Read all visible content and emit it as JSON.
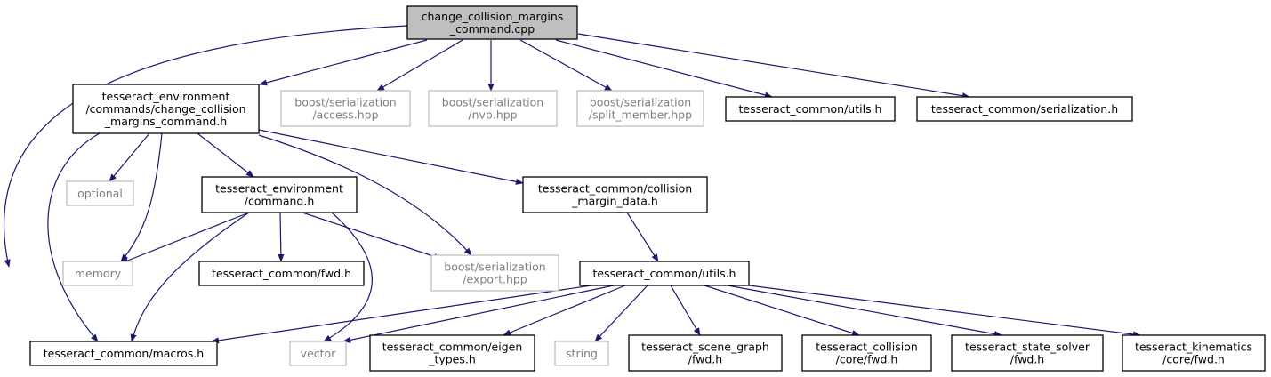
{
  "diagram": {
    "type": "include-dependency-graph",
    "colors": {
      "edge": "#191970",
      "root_fill": "#bfbfbf",
      "external_border": "#bfbfbf",
      "external_text": "#7f7f7f"
    },
    "nodes": [
      {
        "id": "root",
        "lines": [
          "change_collision_margins",
          "_command.cpp"
        ],
        "style": "root"
      },
      {
        "id": "env_cmd_ccm",
        "lines": [
          "tesseract_environment",
          "/commands/change_collision",
          "_margins_command.h"
        ],
        "style": "normal"
      },
      {
        "id": "boost_access",
        "lines": [
          "boost/serialization",
          "/access.hpp"
        ],
        "style": "external"
      },
      {
        "id": "boost_nvp",
        "lines": [
          "boost/serialization",
          "/nvp.hpp"
        ],
        "style": "external"
      },
      {
        "id": "boost_split",
        "lines": [
          "boost/serialization",
          "/split_member.hpp"
        ],
        "style": "external"
      },
      {
        "id": "tc_utils_top",
        "lines": [
          "tesseract_common/utils.h"
        ],
        "style": "normal"
      },
      {
        "id": "tc_serialization",
        "lines": [
          "tesseract_common/serialization.h"
        ],
        "style": "normal"
      },
      {
        "id": "optional",
        "lines": [
          "optional"
        ],
        "style": "external"
      },
      {
        "id": "env_command",
        "lines": [
          "tesseract_environment",
          "/command.h"
        ],
        "style": "normal"
      },
      {
        "id": "tc_cmd",
        "lines": [
          "tesseract_common/collision",
          "_margin_data.h"
        ],
        "style": "normal"
      },
      {
        "id": "memory",
        "lines": [
          "memory"
        ],
        "style": "external"
      },
      {
        "id": "tc_fwd",
        "lines": [
          "tesseract_common/fwd.h"
        ],
        "style": "normal"
      },
      {
        "id": "boost_export",
        "lines": [
          "boost/serialization",
          "/export.hpp"
        ],
        "style": "external"
      },
      {
        "id": "tc_utils",
        "lines": [
          "tesseract_common/utils.h"
        ],
        "style": "normal"
      },
      {
        "id": "tc_macros",
        "lines": [
          "tesseract_common/macros.h"
        ],
        "style": "normal"
      },
      {
        "id": "vector",
        "lines": [
          "vector"
        ],
        "style": "external"
      },
      {
        "id": "tc_eigen",
        "lines": [
          "tesseract_common/eigen",
          "_types.h"
        ],
        "style": "normal"
      },
      {
        "id": "string",
        "lines": [
          "string"
        ],
        "style": "external"
      },
      {
        "id": "tsg_fwd",
        "lines": [
          "tesseract_scene_graph",
          "/fwd.h"
        ],
        "style": "normal"
      },
      {
        "id": "tcol_fwd",
        "lines": [
          "tesseract_collision",
          "/core/fwd.h"
        ],
        "style": "normal"
      },
      {
        "id": "tss_fwd",
        "lines": [
          "tesseract_state_solver",
          "/fwd.h"
        ],
        "style": "normal"
      },
      {
        "id": "tk_fwd",
        "lines": [
          "tesseract_kinematics",
          "/core/fwd.h"
        ],
        "style": "normal"
      }
    ],
    "edges": [
      {
        "from": "root",
        "to": "env_cmd_ccm"
      },
      {
        "from": "root",
        "to": "boost_access"
      },
      {
        "from": "root",
        "to": "boost_nvp"
      },
      {
        "from": "root",
        "to": "boost_split"
      },
      {
        "from": "root",
        "to": "tc_utils_top"
      },
      {
        "from": "root",
        "to": "tc_serialization"
      },
      {
        "from": "root",
        "to": "tc_macros"
      },
      {
        "from": "env_cmd_ccm",
        "to": "optional"
      },
      {
        "from": "env_cmd_ccm",
        "to": "memory"
      },
      {
        "from": "env_cmd_ccm",
        "to": "env_command"
      },
      {
        "from": "env_cmd_ccm",
        "to": "tc_cmd"
      },
      {
        "from": "env_cmd_ccm",
        "to": "boost_export"
      },
      {
        "from": "env_cmd_ccm",
        "to": "tc_macros"
      },
      {
        "from": "env_command",
        "to": "memory"
      },
      {
        "from": "env_command",
        "to": "tc_fwd"
      },
      {
        "from": "env_command",
        "to": "boost_export"
      },
      {
        "from": "env_command",
        "to": "vector"
      },
      {
        "from": "env_command",
        "to": "tc_macros"
      },
      {
        "from": "tc_cmd",
        "to": "tc_utils"
      },
      {
        "from": "tc_utils",
        "to": "tc_macros"
      },
      {
        "from": "tc_utils",
        "to": "vector"
      },
      {
        "from": "tc_utils",
        "to": "tc_eigen"
      },
      {
        "from": "tc_utils",
        "to": "string"
      },
      {
        "from": "tc_utils",
        "to": "tsg_fwd"
      },
      {
        "from": "tc_utils",
        "to": "tcol_fwd"
      },
      {
        "from": "tc_utils",
        "to": "tss_fwd"
      },
      {
        "from": "tc_utils",
        "to": "tk_fwd"
      }
    ]
  }
}
